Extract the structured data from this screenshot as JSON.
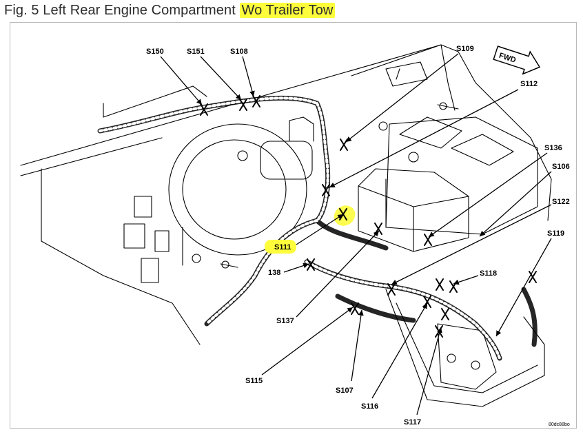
{
  "title": {
    "prefix": "Fig. 5 Left Rear Engine Compartment ",
    "highlight": "Wo Trailer Tow"
  },
  "diagram": {
    "direction_label": "FWD",
    "highlight_color": "#fdfd3c",
    "callouts": {
      "s150": "S150",
      "s151": "S151",
      "s108": "S108",
      "s109": "S109",
      "s112": "S112",
      "s136": "S136",
      "s106": "S106",
      "s122": "S122",
      "s119": "S119",
      "s118": "S118",
      "s111": "S111",
      "c138": "138",
      "s137": "S137",
      "s115": "S115",
      "s107": "S107",
      "s116": "S116",
      "s117": "S117"
    },
    "figure_code": "80dc88bo"
  }
}
